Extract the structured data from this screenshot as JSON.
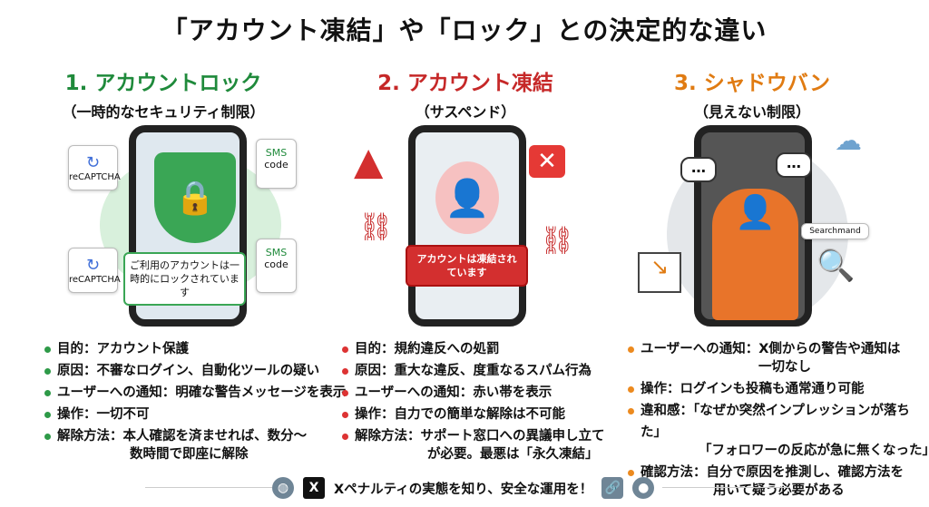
{
  "title": "「アカウント凍結」や「ロック」との決定的な違い",
  "columns": [
    {
      "heading": "1. アカウントロック",
      "subtitle": "（一時的なセキュリティ制限）",
      "color": "#1f8a3b",
      "illustration": {
        "recaptcha": "reCAPTCHA",
        "sms": "SMS",
        "sms_code": "code",
        "message": "ご利用のアカウントは一時的にロックされています"
      },
      "bullets": [
        [
          "目的：アカウント保護"
        ],
        [
          "原因：不審なログイン、自動化ツールの疑い"
        ],
        [
          "ユーザーへの通知：明確な警告メッセージを表示"
        ],
        [
          "操作：一切不可"
        ],
        [
          "解除方法：本人確認を済ませれば、数分～",
          "数時間で即座に解除"
        ]
      ]
    },
    {
      "heading": "2. アカウント凍結",
      "subtitle": "（サスペンド）",
      "color": "#c62828",
      "illustration": {
        "message": "アカウントは凍結されています"
      },
      "bullets": [
        [
          "目的：規約違反への処罰"
        ],
        [
          "原因：重大な違反、度重なるスパム行為"
        ],
        [
          "ユーザーへの通知：赤い帯を表示"
        ],
        [
          "操作：自力での簡単な解除は不可能"
        ],
        [
          "解除方法：サポート窓口への異議申し立て",
          "が必要。最悪は「永久凍結」"
        ]
      ]
    },
    {
      "heading": "3. シャドウバン",
      "subtitle": "（見えない制限）",
      "color": "#e07b12",
      "illustration": {
        "search": "Searchmand"
      },
      "bullets": [
        [
          "ユーザーへの通知：X側からの警告や通知は",
          "一切なし"
        ],
        [
          "操作：ログインも投稿も通常通り可能"
        ],
        [
          "違和感：「なぜか突然インプレッションが落ちた」",
          "「フォロワーの反応が急に無くなった」"
        ],
        [
          "確認方法：自分で原因を推測し、確認方法を",
          "用いて疑う必要がある"
        ]
      ]
    }
  ],
  "footer": {
    "text": "Xペナルティの実態を知り、安全な運用を！",
    "x_label": "X"
  }
}
